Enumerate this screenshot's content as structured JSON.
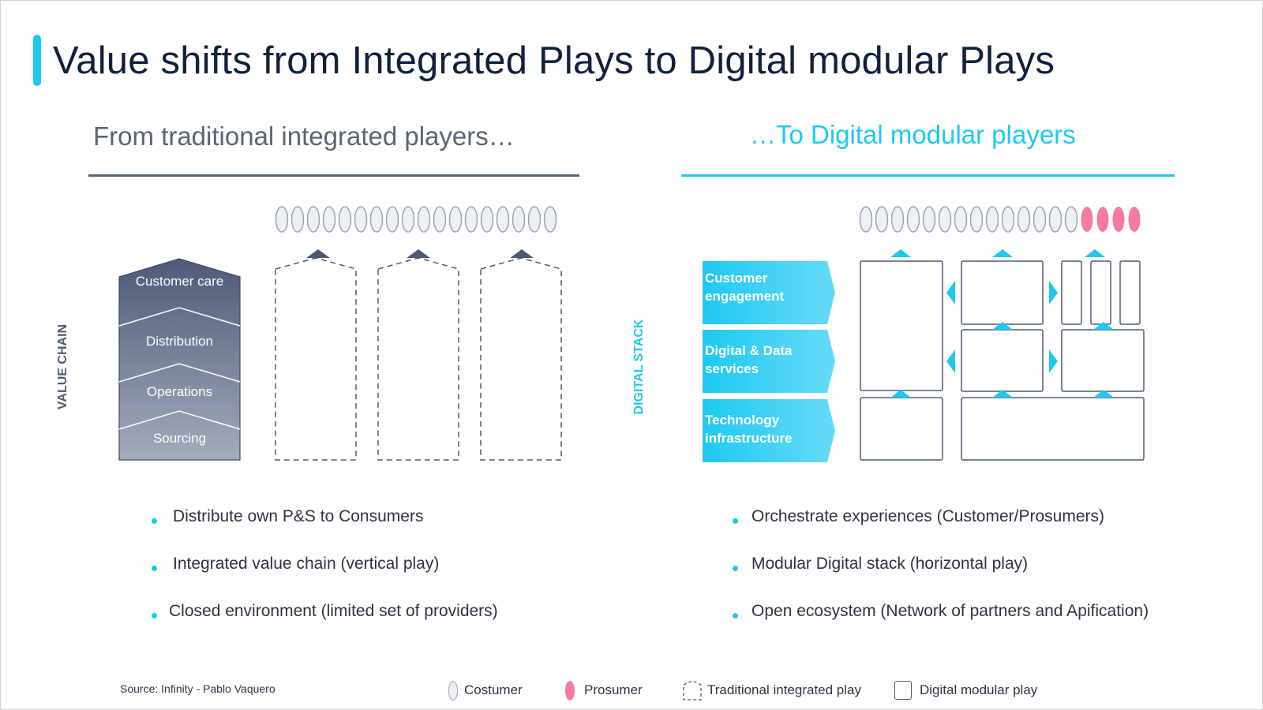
{
  "title": "Value shifts from Integrated Plays to Digital modular Plays",
  "left": {
    "heading": "From traditional integrated players…",
    "axis_label": "VALUE CHAIN",
    "stages": [
      "Customer care",
      "Distribution",
      "Operations",
      "Sourcing"
    ],
    "bullets": [
      "Distribute own P&S to Consumers",
      "Integrated value chain  (vertical play)",
      "Closed  environment (limited set of providers)"
    ]
  },
  "right": {
    "heading": "…To Digital modular players",
    "axis_label": "DIGITAL STACK",
    "layers": [
      "Customer engagement",
      "Digital & Data services",
      "Technology infrastructure"
    ],
    "bullets": [
      "Orchestrate experiences (Customer/Prosumers)",
      "Modular Digital stack (horizontal play)",
      "Open ecosystem (Network of partners and Apification)"
    ]
  },
  "counts": {
    "left_customers": 18,
    "right_customers": 14,
    "right_prosumers": 4
  },
  "source": "Source: Infinity - Pablo Vaquero",
  "legend": {
    "customer": "Costumer",
    "prosumer": "Prosumer",
    "traditional": "Traditional integrated play",
    "digital": "Digital modular play"
  },
  "colors": {
    "accent": "#1ec8f0",
    "title": "#10213f",
    "slate": "#5a6477",
    "prosumer": "#f47ba0"
  }
}
